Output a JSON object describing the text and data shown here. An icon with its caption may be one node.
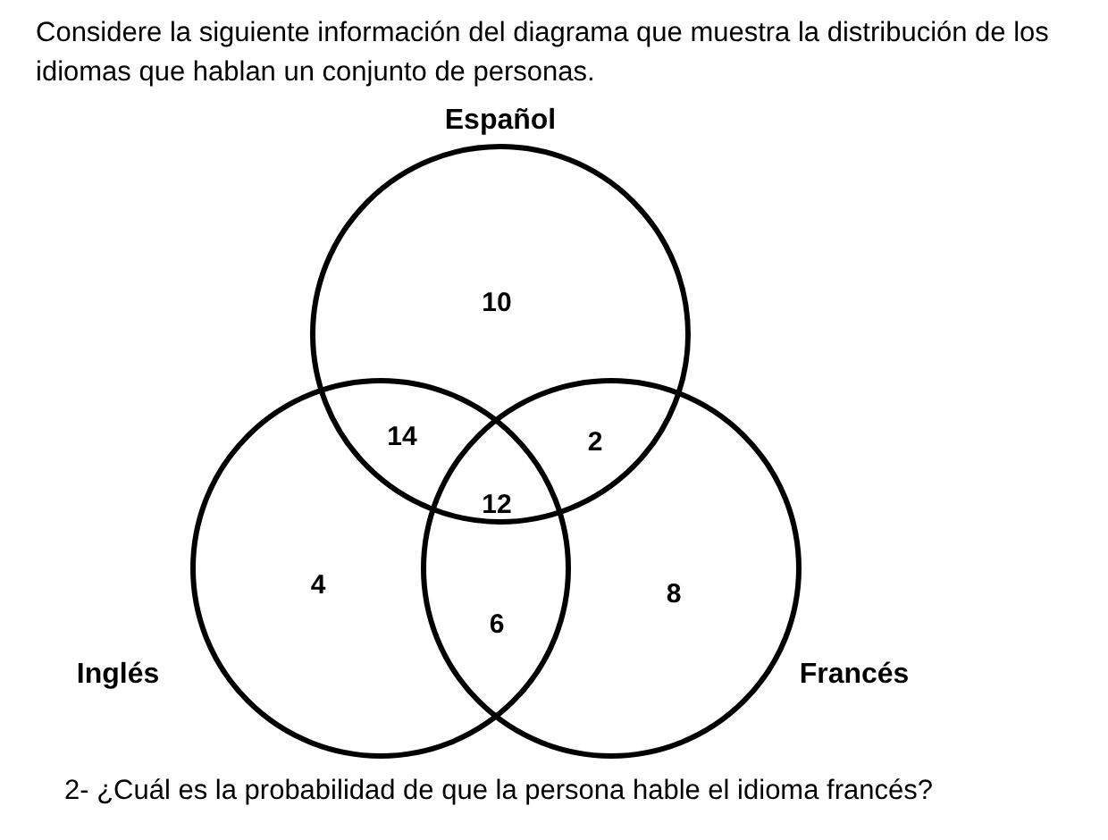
{
  "diagram": {
    "title": "Considere la siguiente información del diagrama que muestra la distribución de los idiomas que hablan un conjunto de personas.",
    "caption": "2- ¿Cuál es la probabilidad de que la persona hable el idioma francés?",
    "nodes": [
      {
        "text": [
          "Español"
        ]
      },
      {
        "text": [
          "Inglés"
        ]
      },
      {
        "text": [
          "Francés"
        ]
      }
    ],
    "labels": [
      "10",
      "14",
      "2",
      "12",
      "4",
      "8",
      "6"
    ]
  }
}
